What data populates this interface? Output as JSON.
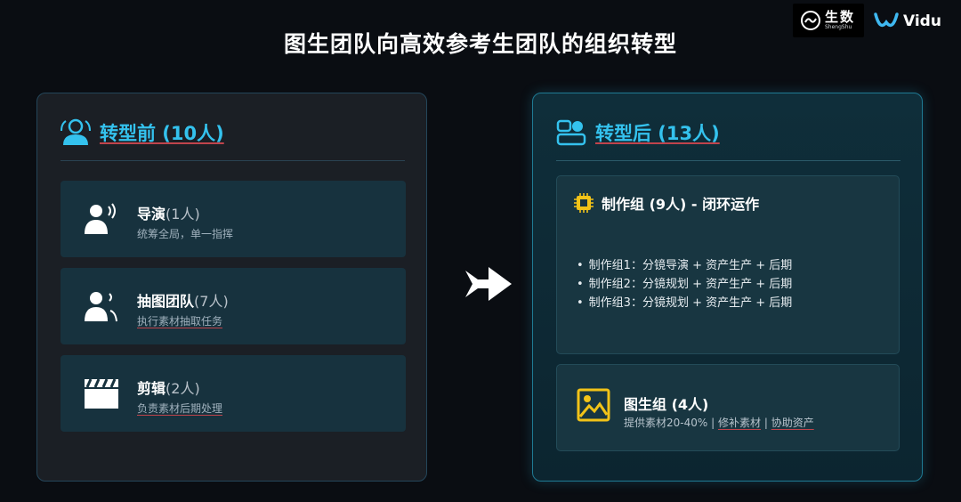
{
  "title": "图生团队向高效参考生团队的组织转型",
  "logos": {
    "shengshu_cn": "生数",
    "shengshu_en": "ShengShu",
    "vidu": "Vidu"
  },
  "before": {
    "heading": "转型前 (10人)",
    "roles": [
      {
        "name": "导演",
        "count": "(1人)",
        "desc": "统筹全局，单一指挥",
        "icon": "director-icon"
      },
      {
        "name": "抽图团队",
        "count": "(7人)",
        "desc": "执行素材抽取任务",
        "icon": "team-icon"
      },
      {
        "name": "剪辑",
        "count": "(2人)",
        "desc": "负责素材后期处理",
        "icon": "clapperboard-icon"
      }
    ]
  },
  "after": {
    "heading": "转型后 (13人)",
    "production": {
      "title": "制作组 (9人) - 闭环运作",
      "items": [
        "制作组1：分镜导演 + 资产生产 + 后期",
        "制作组2：分镜规划 + 资产生产 + 后期",
        "制作组3：分镜规划 + 资产生产 + 后期"
      ]
    },
    "image_group": {
      "title": "图生组 (4人)",
      "desc_1": "提供素材20-40%",
      "sep": "|",
      "desc_2": "修补素材",
      "desc_3": "协助资产"
    }
  },
  "colors": {
    "accent": "#34c2ee",
    "chip": "#f2c318",
    "image_icon": "#f2c318"
  }
}
